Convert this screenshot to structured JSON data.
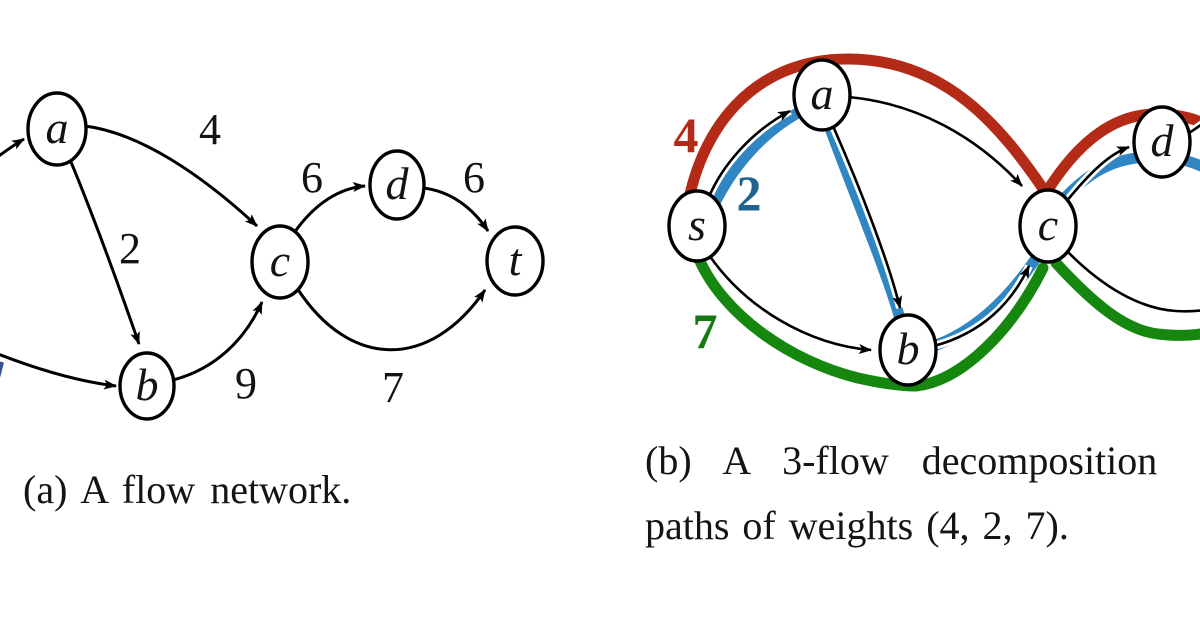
{
  "figure": {
    "panel_a": {
      "caption": "(a) A flow network.",
      "nodes": [
        {
          "label": "a"
        },
        {
          "label": "b"
        },
        {
          "label": "c"
        },
        {
          "label": "d"
        },
        {
          "label": "t"
        }
      ],
      "edges": [
        {
          "from": "offscreen-left",
          "to": "a",
          "weight": ""
        },
        {
          "from": "a",
          "to": "c",
          "weight": "4"
        },
        {
          "from": "a",
          "to": "b",
          "weight": "2"
        },
        {
          "from": "offscreen-left",
          "to": "b",
          "weight": ""
        },
        {
          "from": "b",
          "to": "c",
          "weight": "9"
        },
        {
          "from": "c",
          "to": "d",
          "weight": "6"
        },
        {
          "from": "d",
          "to": "t",
          "weight": "6"
        },
        {
          "from": "c",
          "to": "t",
          "weight": "7"
        }
      ]
    },
    "panel_b": {
      "caption_line1": "(b) A 3-flow decomposition",
      "caption_line2": "paths of weights (4, 2, 7).",
      "nodes": [
        {
          "label": "s"
        },
        {
          "label": "a"
        },
        {
          "label": "b"
        },
        {
          "label": "c"
        },
        {
          "label": "d"
        }
      ],
      "black_edges": [
        {
          "from": "s",
          "to": "a"
        },
        {
          "from": "a",
          "to": "c"
        },
        {
          "from": "a",
          "to": "b"
        },
        {
          "from": "s",
          "to": "b"
        },
        {
          "from": "b",
          "to": "c"
        },
        {
          "from": "c",
          "to": "d"
        },
        {
          "from": "c",
          "to": "offscreen-right"
        },
        {
          "from": "d",
          "to": "offscreen-right"
        }
      ],
      "flow_paths": [
        {
          "name": "red-path",
          "weight": "4",
          "route": "s-a-c-d-offscreen",
          "color": "#b32b16",
          "label_color": "#b32b16"
        },
        {
          "name": "blue-path",
          "weight": "2",
          "route": "s-a-b-c-d-offscreen",
          "color": "#2f86c3",
          "label_color": "#21638f"
        },
        {
          "name": "green-path",
          "weight": "7",
          "route": "s-b-c-offscreen",
          "color": "#15870f",
          "label_color": "#157a10"
        }
      ]
    }
  }
}
